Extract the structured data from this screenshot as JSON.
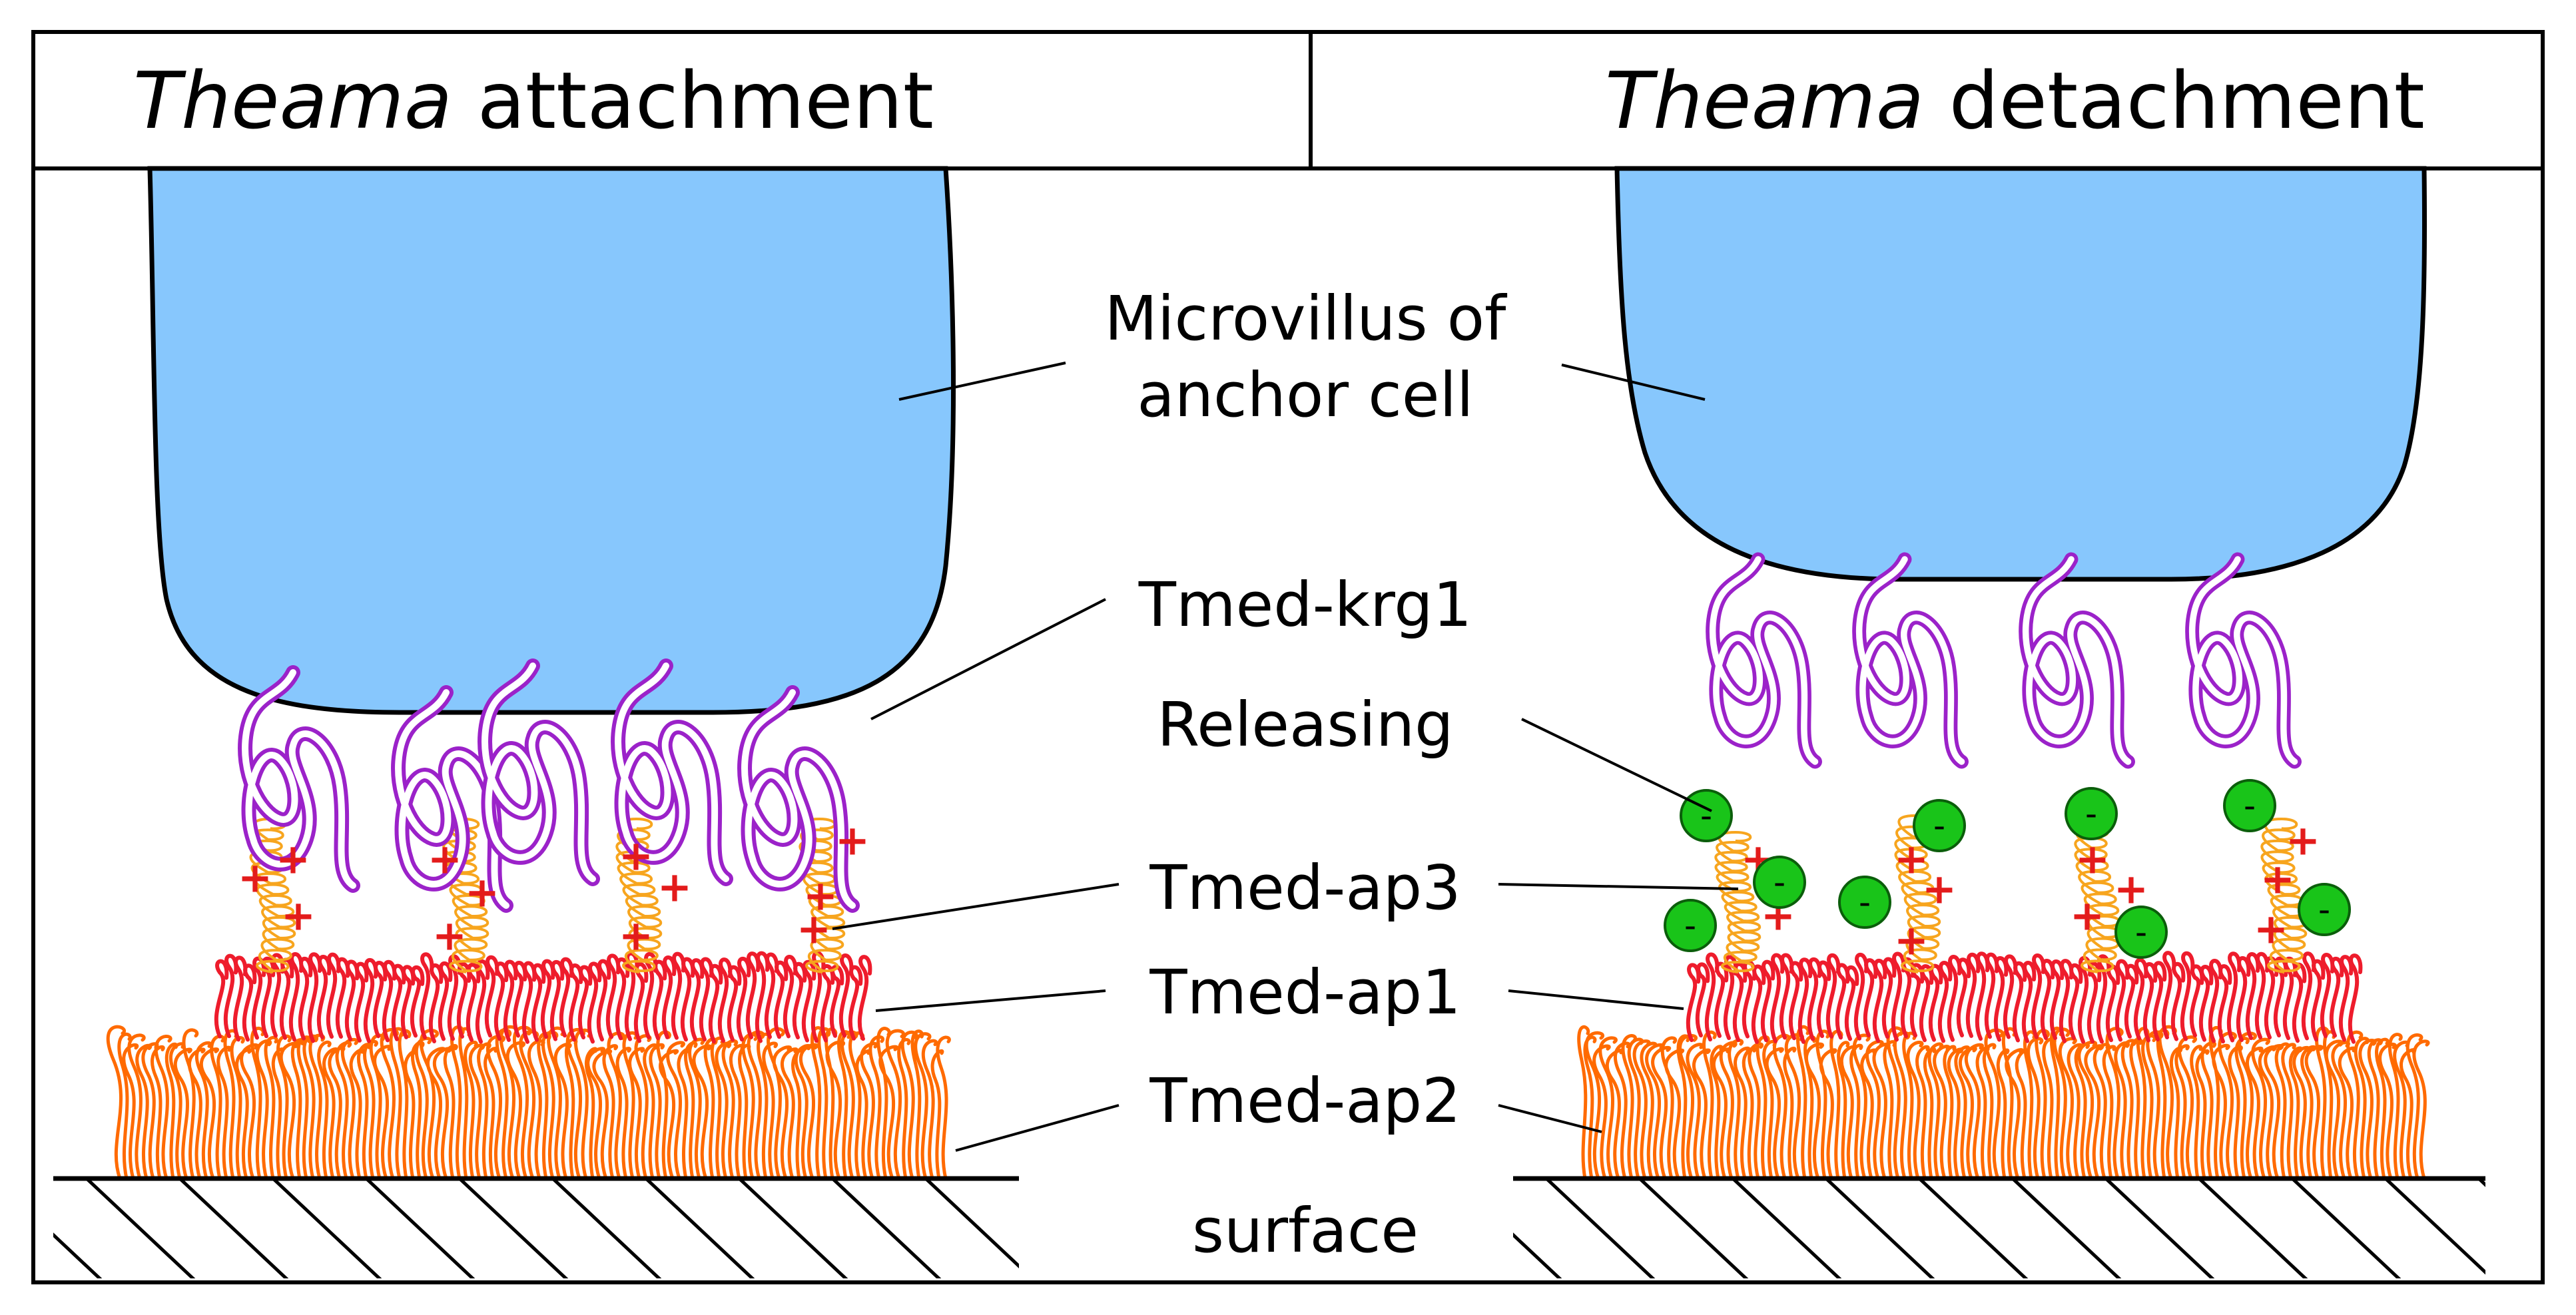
{
  "header": {
    "left": {
      "italic": "Theama",
      "rest": " attachment"
    },
    "right": {
      "italic": "Theama",
      "rest": " detachment"
    }
  },
  "labels": {
    "microvillus_line1": "Microvillus of",
    "microvillus_line2": "anchor cell",
    "krg1": "Tmed-krg1",
    "releasing": "Releasing",
    "ap3": "Tmed-ap3",
    "ap1": "Tmed-ap1",
    "ap2": "Tmed-ap2",
    "surface": "surface"
  },
  "charges": {
    "positive": "+",
    "negative": "-"
  },
  "colors": {
    "microvillus": "#87c7fd",
    "krg1": "#9b22c9",
    "ap3": "#f7a51e",
    "ap1": "#ee1c2c",
    "ap2": "#ff6a00",
    "releasing": "#19c419",
    "plus": "#e31b1b"
  }
}
